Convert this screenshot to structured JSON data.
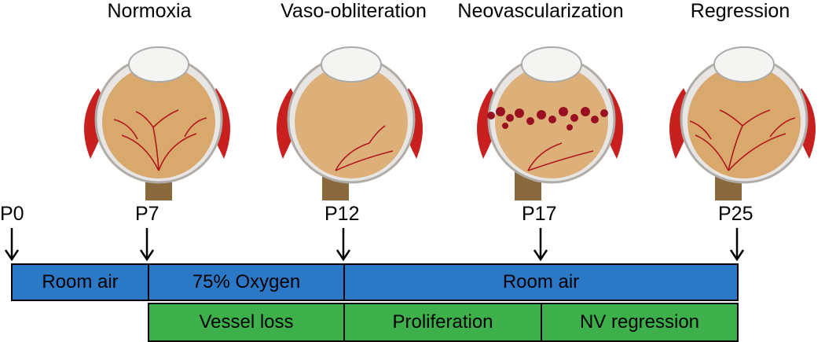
{
  "stages": [
    {
      "title": "Normoxia",
      "eye": "normal-eye"
    },
    {
      "title": "Vaso-obliteration",
      "eye": "obliterated-eye"
    },
    {
      "title": "Neovascularization",
      "eye": "neovascular-eye"
    },
    {
      "title": "Regression",
      "eye": "regressed-eye"
    }
  ],
  "timepoints": [
    "P0",
    "P7",
    "P12",
    "P17",
    "P25"
  ],
  "oxygen_bars": [
    "Room air",
    "75% Oxygen",
    "Room air"
  ],
  "phase_bars": [
    "Vessel loss",
    "Proliferation",
    "NV regression"
  ],
  "colors": {
    "room_air": "#2b78c6",
    "phase": "#3db04b",
    "eye_fundus": "#d9a86c",
    "vessel": "#b0171b",
    "muscle": "#c8201e"
  }
}
